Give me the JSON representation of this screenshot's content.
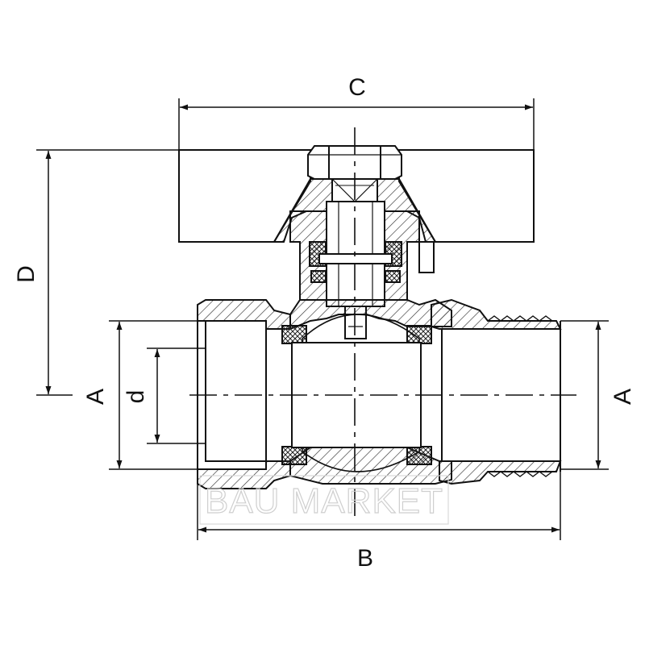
{
  "diagram": {
    "subject": "ball-valve-cross-section",
    "dimensions": {
      "C": "C",
      "D": "D",
      "A_left": "A",
      "d": "d",
      "A_right": "A",
      "B": "B"
    },
    "watermark": "BAU MARKET"
  },
  "colors": {
    "line": "#111111",
    "hatch": "#333333",
    "background": "#ffffff",
    "watermark": "#cfcfcf"
  }
}
